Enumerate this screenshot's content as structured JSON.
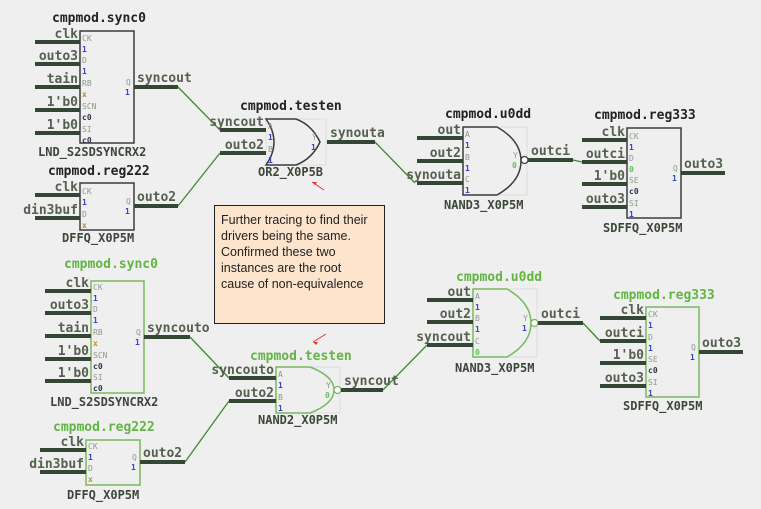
{
  "colors": {
    "wire": "#344634",
    "net_link": "#3f8a2e",
    "box_ref": "#3c3c3c",
    "box_impl": "#78b85e",
    "title_ref": "#222222",
    "title_impl": "#62b543",
    "val_1": "#3645c8",
    "val_x": "#c08a1e",
    "val_c0": "#2f3550",
    "val_0": "#5ec25a",
    "arrow": "#e8322b"
  },
  "note": {
    "text": "Further tracing to find their drivers being the same. Confirmed these two instances are the root cause of non-equivalence"
  },
  "cells": [
    {
      "title": "cmpmod.sync0",
      "type": "LND_S2SDSYNCRX2",
      "kind": "box",
      "pins": [
        {
          "net": "clk",
          "name": "CK",
          "value": "1"
        },
        {
          "net": "outo3",
          "name": "D",
          "value": "1"
        },
        {
          "net": "tain",
          "name": "RB",
          "value": "x"
        },
        {
          "net": "1'b0",
          "name": "SCN",
          "value": "c0"
        },
        {
          "net": "1'b0",
          "name": "SI",
          "value": "c0"
        }
      ],
      "out": {
        "pin": "Q",
        "value": "1",
        "net": "syncout"
      }
    },
    {
      "title": "cmpmod.reg222",
      "type": "DFFQ_X0P5M",
      "kind": "box",
      "pins": [
        {
          "net": "clk",
          "name": "CK",
          "value": "1"
        },
        {
          "net": "din3buf",
          "name": "D",
          "value": "x"
        }
      ],
      "out": {
        "pin": "Q",
        "value": "1",
        "net": "outo2"
      }
    },
    {
      "title": "cmpmod.testen",
      "type": "OR2_X0P5B",
      "kind": "or",
      "pins": [
        {
          "net": "syncout",
          "name": "A",
          "value": "1"
        },
        {
          "net": "outo2",
          "name": "B",
          "value": "1"
        }
      ],
      "out": {
        "pin": "Y",
        "value": "1",
        "net": "synouta"
      }
    },
    {
      "title": "cmpmod.u0dd",
      "type": "NAND3_X0P5M",
      "kind": "nand",
      "pins": [
        {
          "net": "out",
          "name": "A",
          "value": "1"
        },
        {
          "net": "out2",
          "name": "B",
          "value": "1"
        },
        {
          "net": "synouta",
          "name": "C",
          "value": "1"
        }
      ],
      "out": {
        "pin": "Y",
        "value": "0",
        "net": "outci"
      }
    },
    {
      "title": "cmpmod.reg333",
      "type": "SDFFQ_X0P5M",
      "kind": "box",
      "pins": [
        {
          "net": "clk",
          "name": "CK",
          "value": "1"
        },
        {
          "net": "outci",
          "name": "D",
          "value": "0"
        },
        {
          "net": "1'b0",
          "name": "SE",
          "value": "c0"
        },
        {
          "net": "outo3",
          "name": "SI",
          "value": "1"
        }
      ],
      "out": {
        "pin": "Q",
        "value": "1",
        "net": "outo3"
      }
    },
    {
      "title": "cmpmod.sync0",
      "type": "LND_S2SDSYNCRX2",
      "kind": "box",
      "impl": true,
      "pins": [
        {
          "net": "clk",
          "name": "CK",
          "value": "1"
        },
        {
          "net": "outo3",
          "name": "D",
          "value": "1"
        },
        {
          "net": "tain",
          "name": "RB",
          "value": "x"
        },
        {
          "net": "1'b0",
          "name": "SCN",
          "value": "c0"
        },
        {
          "net": "1'b0",
          "name": "SI",
          "value": "c0"
        }
      ],
      "out": {
        "pin": "Q",
        "value": "1",
        "net": "syncouto"
      }
    },
    {
      "title": "cmpmod.reg222",
      "type": "DFFQ_X0P5M",
      "kind": "box",
      "impl": true,
      "pins": [
        {
          "net": "clk",
          "name": "CK",
          "value": "1"
        },
        {
          "net": "din3buf",
          "name": "D",
          "value": "x"
        }
      ],
      "out": {
        "pin": "Q",
        "value": "1",
        "net": "outo2"
      }
    },
    {
      "title": "cmpmod.testen",
      "type": "NAND2_X0P5M",
      "kind": "nand",
      "impl": true,
      "pins": [
        {
          "net": "syncouto",
          "name": "A",
          "value": "1"
        },
        {
          "net": "outo2",
          "name": "B",
          "value": "1"
        }
      ],
      "out": {
        "pin": "Y",
        "value": "0",
        "net": "syncout"
      }
    },
    {
      "title": "cmpmod.u0dd",
      "type": "NAND3_X0P5M",
      "kind": "nand",
      "impl": true,
      "pins": [
        {
          "net": "out",
          "name": "A",
          "value": "1"
        },
        {
          "net": "out2",
          "name": "B",
          "value": "1"
        },
        {
          "net": "syncout",
          "name": "C",
          "value": "0"
        }
      ],
      "out": {
        "pin": "Y",
        "value": "1",
        "net": "outci"
      }
    },
    {
      "title": "cmpmod.reg333",
      "type": "SDFFQ_X0P5M",
      "kind": "box",
      "impl": true,
      "pins": [
        {
          "net": "clk",
          "name": "CK",
          "value": "1"
        },
        {
          "net": "outci",
          "name": "D",
          "value": "1"
        },
        {
          "net": "1'b0",
          "name": "SE",
          "value": "c0"
        },
        {
          "net": "outo3",
          "name": "SI",
          "value": "1"
        }
      ],
      "out": {
        "pin": "Q",
        "value": "1",
        "net": "outo3"
      }
    }
  ]
}
